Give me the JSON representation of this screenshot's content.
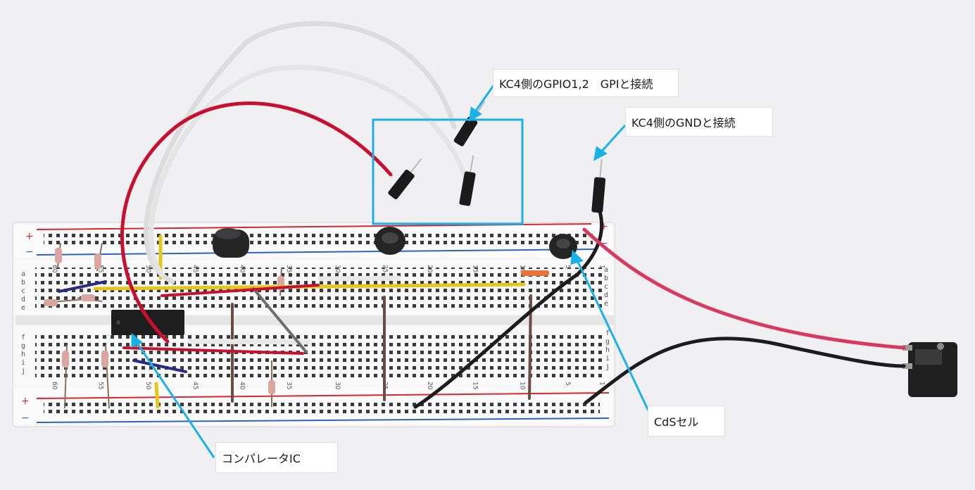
{
  "callouts": {
    "gpio": "KC4側のGPIO1,2　GPIと接続",
    "gnd": "KC4側のGNDと接続",
    "cds": "CdSセル",
    "comparator": "コンパレータIC"
  },
  "breadboard": {
    "rail_plus": "+",
    "rail_minus": "−",
    "column_numbers": [
      "60",
      "55",
      "50",
      "45",
      "40",
      "35",
      "30",
      "25",
      "20",
      "15",
      "10",
      "5",
      "1"
    ],
    "row_letters_top": [
      "a",
      "b",
      "c",
      "d",
      "e"
    ],
    "row_letters_bottom": [
      "f",
      "g",
      "h",
      "i",
      "j"
    ]
  },
  "colors": {
    "callout_line": "#1ab0e8",
    "rail_red": "#d9262f",
    "rail_blue": "#2a63c9",
    "wire_red": "#c8102e",
    "wire_black": "#1c1c1c",
    "wire_white": "#ececec",
    "wire_yellow": "#e6c619",
    "wire_navy": "#2a2a8a"
  }
}
